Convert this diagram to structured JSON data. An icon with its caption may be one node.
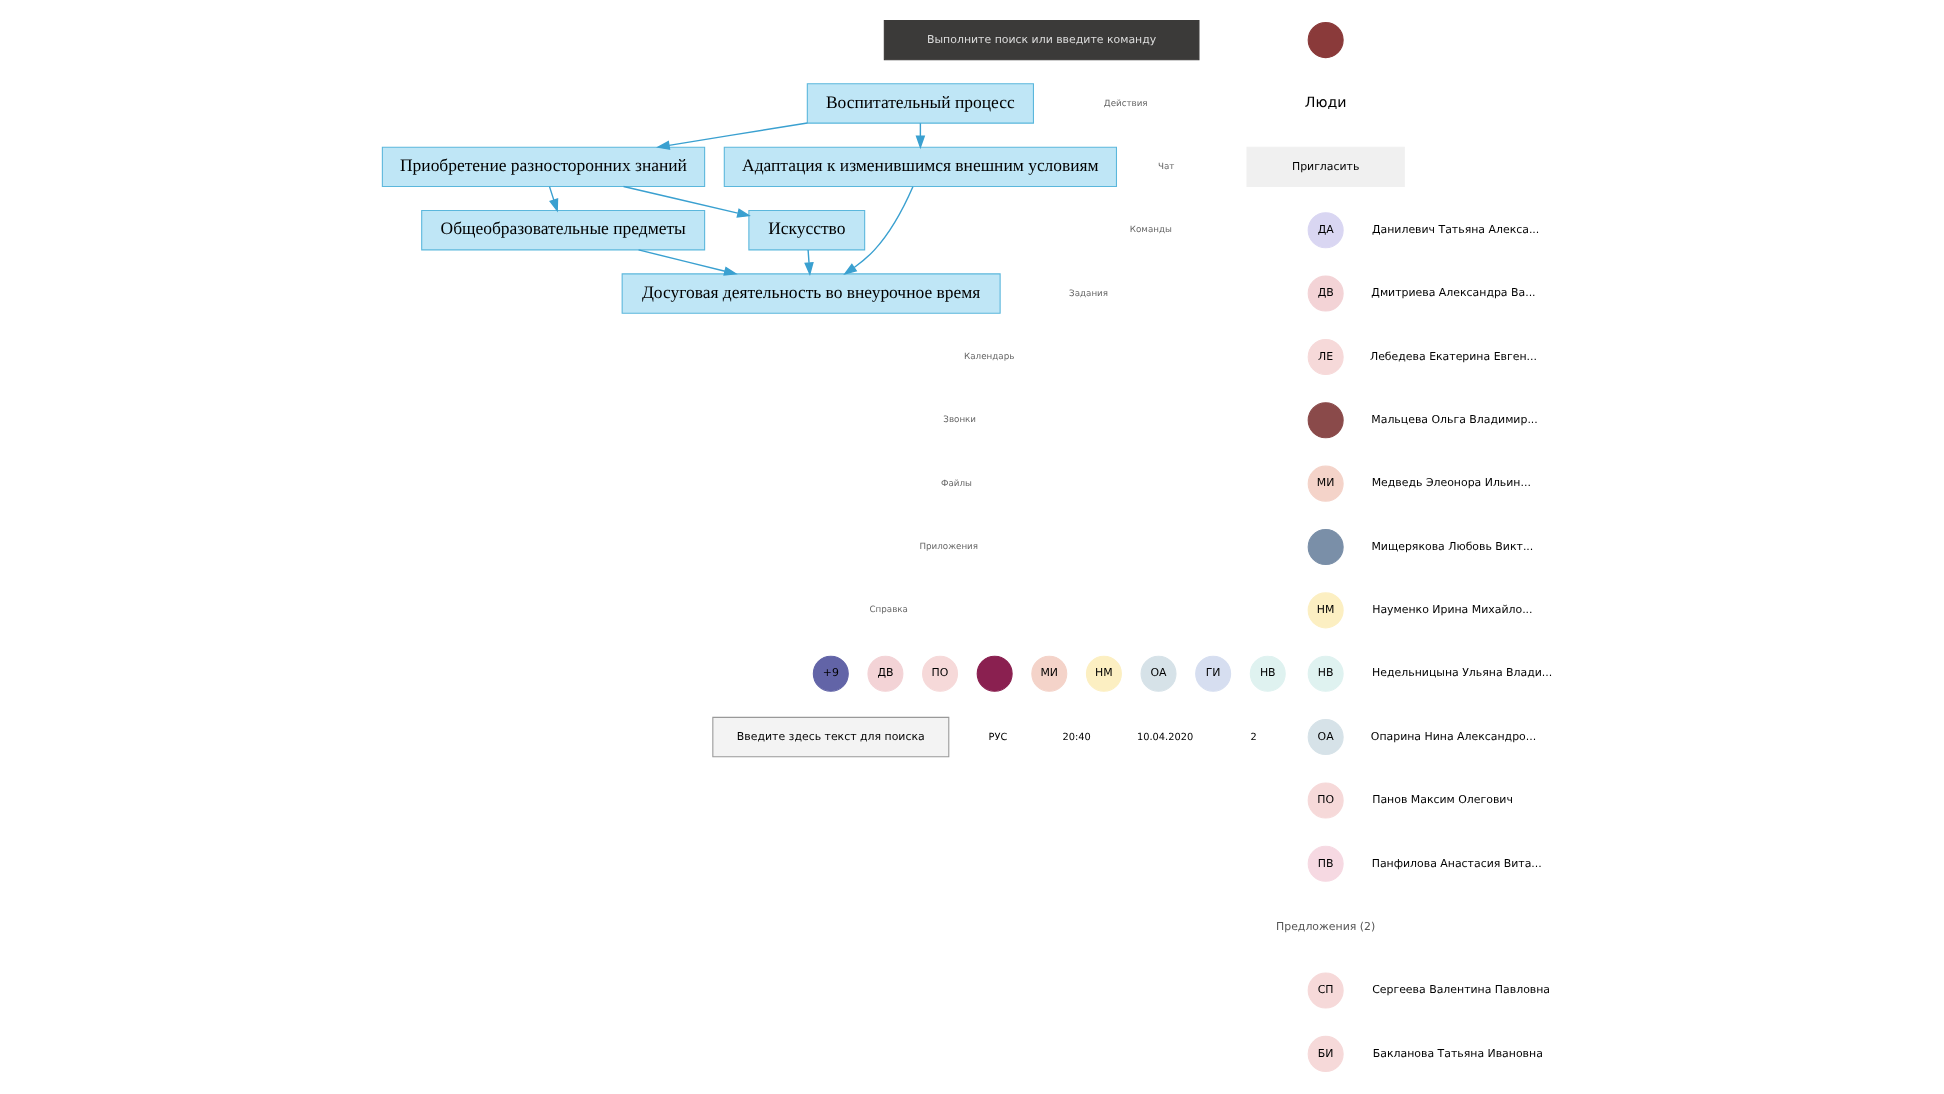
{
  "diagram": {
    "nodes": [
      {
        "text": [
          "Воспитательный процесс"
        ]
      },
      {
        "text": [
          "Приобретение разносторонних знаний"
        ]
      },
      {
        "text": [
          "Адаптация к изменившимся внешним условиям"
        ]
      },
      {
        "text": [
          "Общеобразовательные предметы"
        ]
      },
      {
        "text": [
          "Искусство"
        ]
      },
      {
        "text": [
          "Досуговая деятельность во внеурочное время"
        ]
      },
      {
        "text": [],
        "shape": "circle"
      },
      {
        "text": [
          "ДА"
        ],
        "beside": [
          "Данилевич Татьяна Алекса..."
        ]
      },
      {
        "text": [
          "ДВ"
        ],
        "beside": [
          "Дмитриева Александра Ва..."
        ]
      },
      {
        "text": [
          "ЛЕ"
        ],
        "beside": [
          "Лебедева Екатерина Евген..."
        ]
      },
      {
        "text": [],
        "shape": "circle",
        "beside": [
          "Мальцева Ольга Владимир..."
        ]
      },
      {
        "text": [
          "МИ"
        ],
        "beside": [
          "Медведь Элеонора Ильин..."
        ]
      },
      {
        "text": [],
        "shape": "circle",
        "beside": [
          "Мищерякова Любовь Викт..."
        ]
      },
      {
        "text": [
          "НМ"
        ],
        "beside": [
          "Науменко Ирина Михайло..."
        ]
      },
      {
        "text": [
          "НВ"
        ],
        "beside": [
          "Недельницына Ульяна Влади..."
        ]
      },
      {
        "text": [
          "ОА"
        ],
        "beside": [
          "Опарина Нина Александро..."
        ]
      },
      {
        "text": [
          "ПО"
        ],
        "beside": [
          "Панов Максим Олегович"
        ]
      },
      {
        "text": [
          "ПВ"
        ],
        "beside": [
          "Панфилова Анастасия Вита..."
        ]
      },
      {
        "text": [
          "СП"
        ],
        "beside": [
          "Сергеева Валентина Павловна"
        ]
      },
      {
        "text": [
          "БИ"
        ],
        "beside": [
          "Бакланова Татьяна Ивановна"
        ]
      },
      {
        "text": [
          "+9"
        ]
      },
      {
        "text": [
          "ДВ"
        ]
      },
      {
        "text": [
          "ПО"
        ]
      },
      {
        "text": [],
        "shape": "circle"
      },
      {
        "text": [
          "МИ"
        ]
      },
      {
        "text": [
          "НМ"
        ]
      },
      {
        "text": [
          "ОА"
        ]
      },
      {
        "text": [
          "ГИ"
        ]
      },
      {
        "text": [
          "НВ"
        ]
      }
    ],
    "edges": [
      {
        "from": 0,
        "to": 1,
        "arrow": "to"
      },
      {
        "from": 0,
        "to": 2,
        "arrow": "to"
      },
      {
        "from": 1,
        "to": 3,
        "arrow": "to"
      },
      {
        "from": 1,
        "to": 4,
        "arrow": "to"
      },
      {
        "from": 3,
        "to": 5,
        "arrow": "to"
      },
      {
        "from": 4,
        "to": 5,
        "arrow": "to"
      },
      {
        "from": 2,
        "to": 5,
        "arrow": "to"
      }
    ],
    "labels": [
      "Выполните поиск или введите команду",
      "Действия",
      "Чат",
      "Команды",
      "Задания",
      "Календарь",
      "Звонки",
      "Файлы",
      "Приложения",
      "Справка",
      "Люди",
      "Пригласить",
      "Предложения (2)",
      "Введите здесь текст для поиска",
      "РУС",
      "20:40",
      "10.04.2020",
      "2"
    ]
  }
}
